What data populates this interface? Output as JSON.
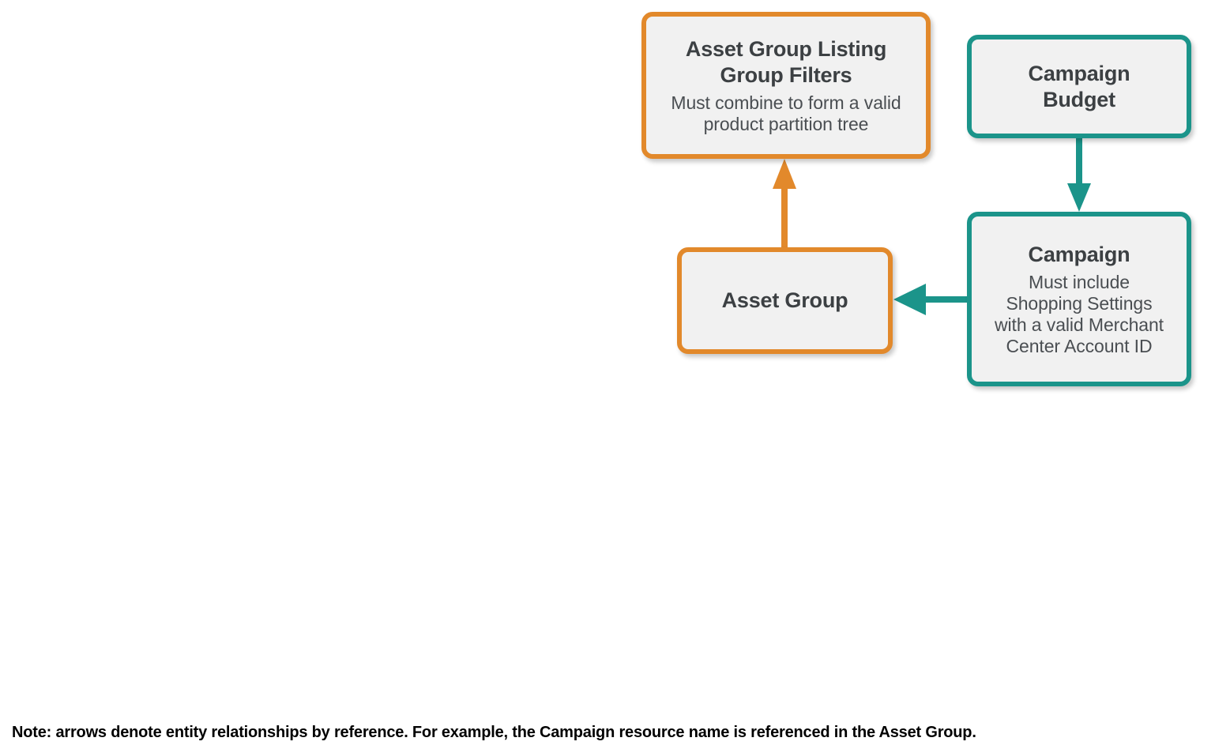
{
  "colors": {
    "orange": "#E2892B",
    "teal": "#1B948A",
    "node_fill": "#F1F1F1",
    "title_text": "#3C4043",
    "sub_text": "#4A4E52",
    "note_text": "#000000",
    "background": "#FFFFFF"
  },
  "chart_data": {
    "type": "diagram",
    "title": "",
    "nodes": [
      {
        "id": "asset-group-listing-group-filters",
        "title": "Asset Group Listing Group Filters",
        "subtitle": "Must combine to form a valid product partition tree",
        "color": "orange"
      },
      {
        "id": "campaign-budget",
        "title": "Campaign Budget",
        "subtitle": "",
        "color": "teal"
      },
      {
        "id": "asset-group",
        "title": "Asset Group",
        "subtitle": "",
        "color": "orange"
      },
      {
        "id": "campaign",
        "title": "Campaign",
        "subtitle": "Must include Shopping Settings with a valid Merchant Center Account ID",
        "color": "teal"
      }
    ],
    "edges": [
      {
        "from": "asset-group",
        "to": "asset-group-listing-group-filters",
        "direction": "up",
        "color": "orange"
      },
      {
        "from": "campaign-budget",
        "to": "campaign",
        "direction": "down",
        "color": "teal"
      },
      {
        "from": "campaign",
        "to": "asset-group",
        "direction": "left",
        "color": "teal"
      }
    ]
  },
  "nodes": {
    "aglgf": {
      "title_line1": "Asset Group Listing",
      "title_line2": "Group Filters",
      "sub_line1": "Must combine to form a valid",
      "sub_line2": "product partition tree"
    },
    "budget": {
      "title_line1": "Campaign",
      "title_line2": "Budget"
    },
    "asset_group": {
      "title_line1": "Asset Group"
    },
    "campaign": {
      "title_line1": "Campaign",
      "sub_line1": "Must include",
      "sub_line2": "Shopping Settings",
      "sub_line3": "with a valid Merchant",
      "sub_line4": "Center Account ID"
    }
  },
  "footer": {
    "note": "Note: arrows denote entity relationships by reference. For example, the Campaign resource name is referenced in the Asset Group."
  }
}
